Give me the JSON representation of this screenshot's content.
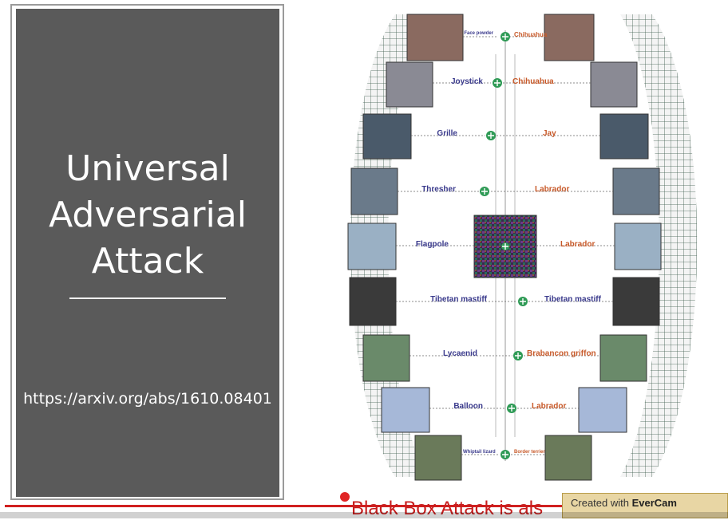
{
  "slide": {
    "title_lines": [
      "Universal",
      "Adversarial",
      "Attack"
    ],
    "url": "https://arxiv.org/abs/1610.08401"
  },
  "diagram": {
    "rows": [
      {
        "original": "Face powder",
        "adversarial": "Chihuahua"
      },
      {
        "original": "Joystick",
        "adversarial": "Chihuahua"
      },
      {
        "original": "Grille",
        "adversarial": "Jay"
      },
      {
        "original": "Thresher",
        "adversarial": "Labrador"
      },
      {
        "original": "Flagpole",
        "adversarial": "Labrador"
      },
      {
        "original": "Tibetan mastiff",
        "adversarial": "Tibetan mastiff"
      },
      {
        "original": "Lycaenid",
        "adversarial": "Brabancon griffon"
      },
      {
        "original": "Balloon",
        "adversarial": "Labrador"
      },
      {
        "original": "Whiptail lizard",
        "adversarial": "Border terrier"
      }
    ],
    "colors": {
      "left_label": "#3a3a8c",
      "right_label": "#c85a2a",
      "adder": "#2e9a55"
    }
  },
  "player": {
    "caption": "Black Box Attack is als",
    "watermark_prefix": "Created with ",
    "watermark_brand": "EverCam",
    "progress_color": "#d02020"
  }
}
